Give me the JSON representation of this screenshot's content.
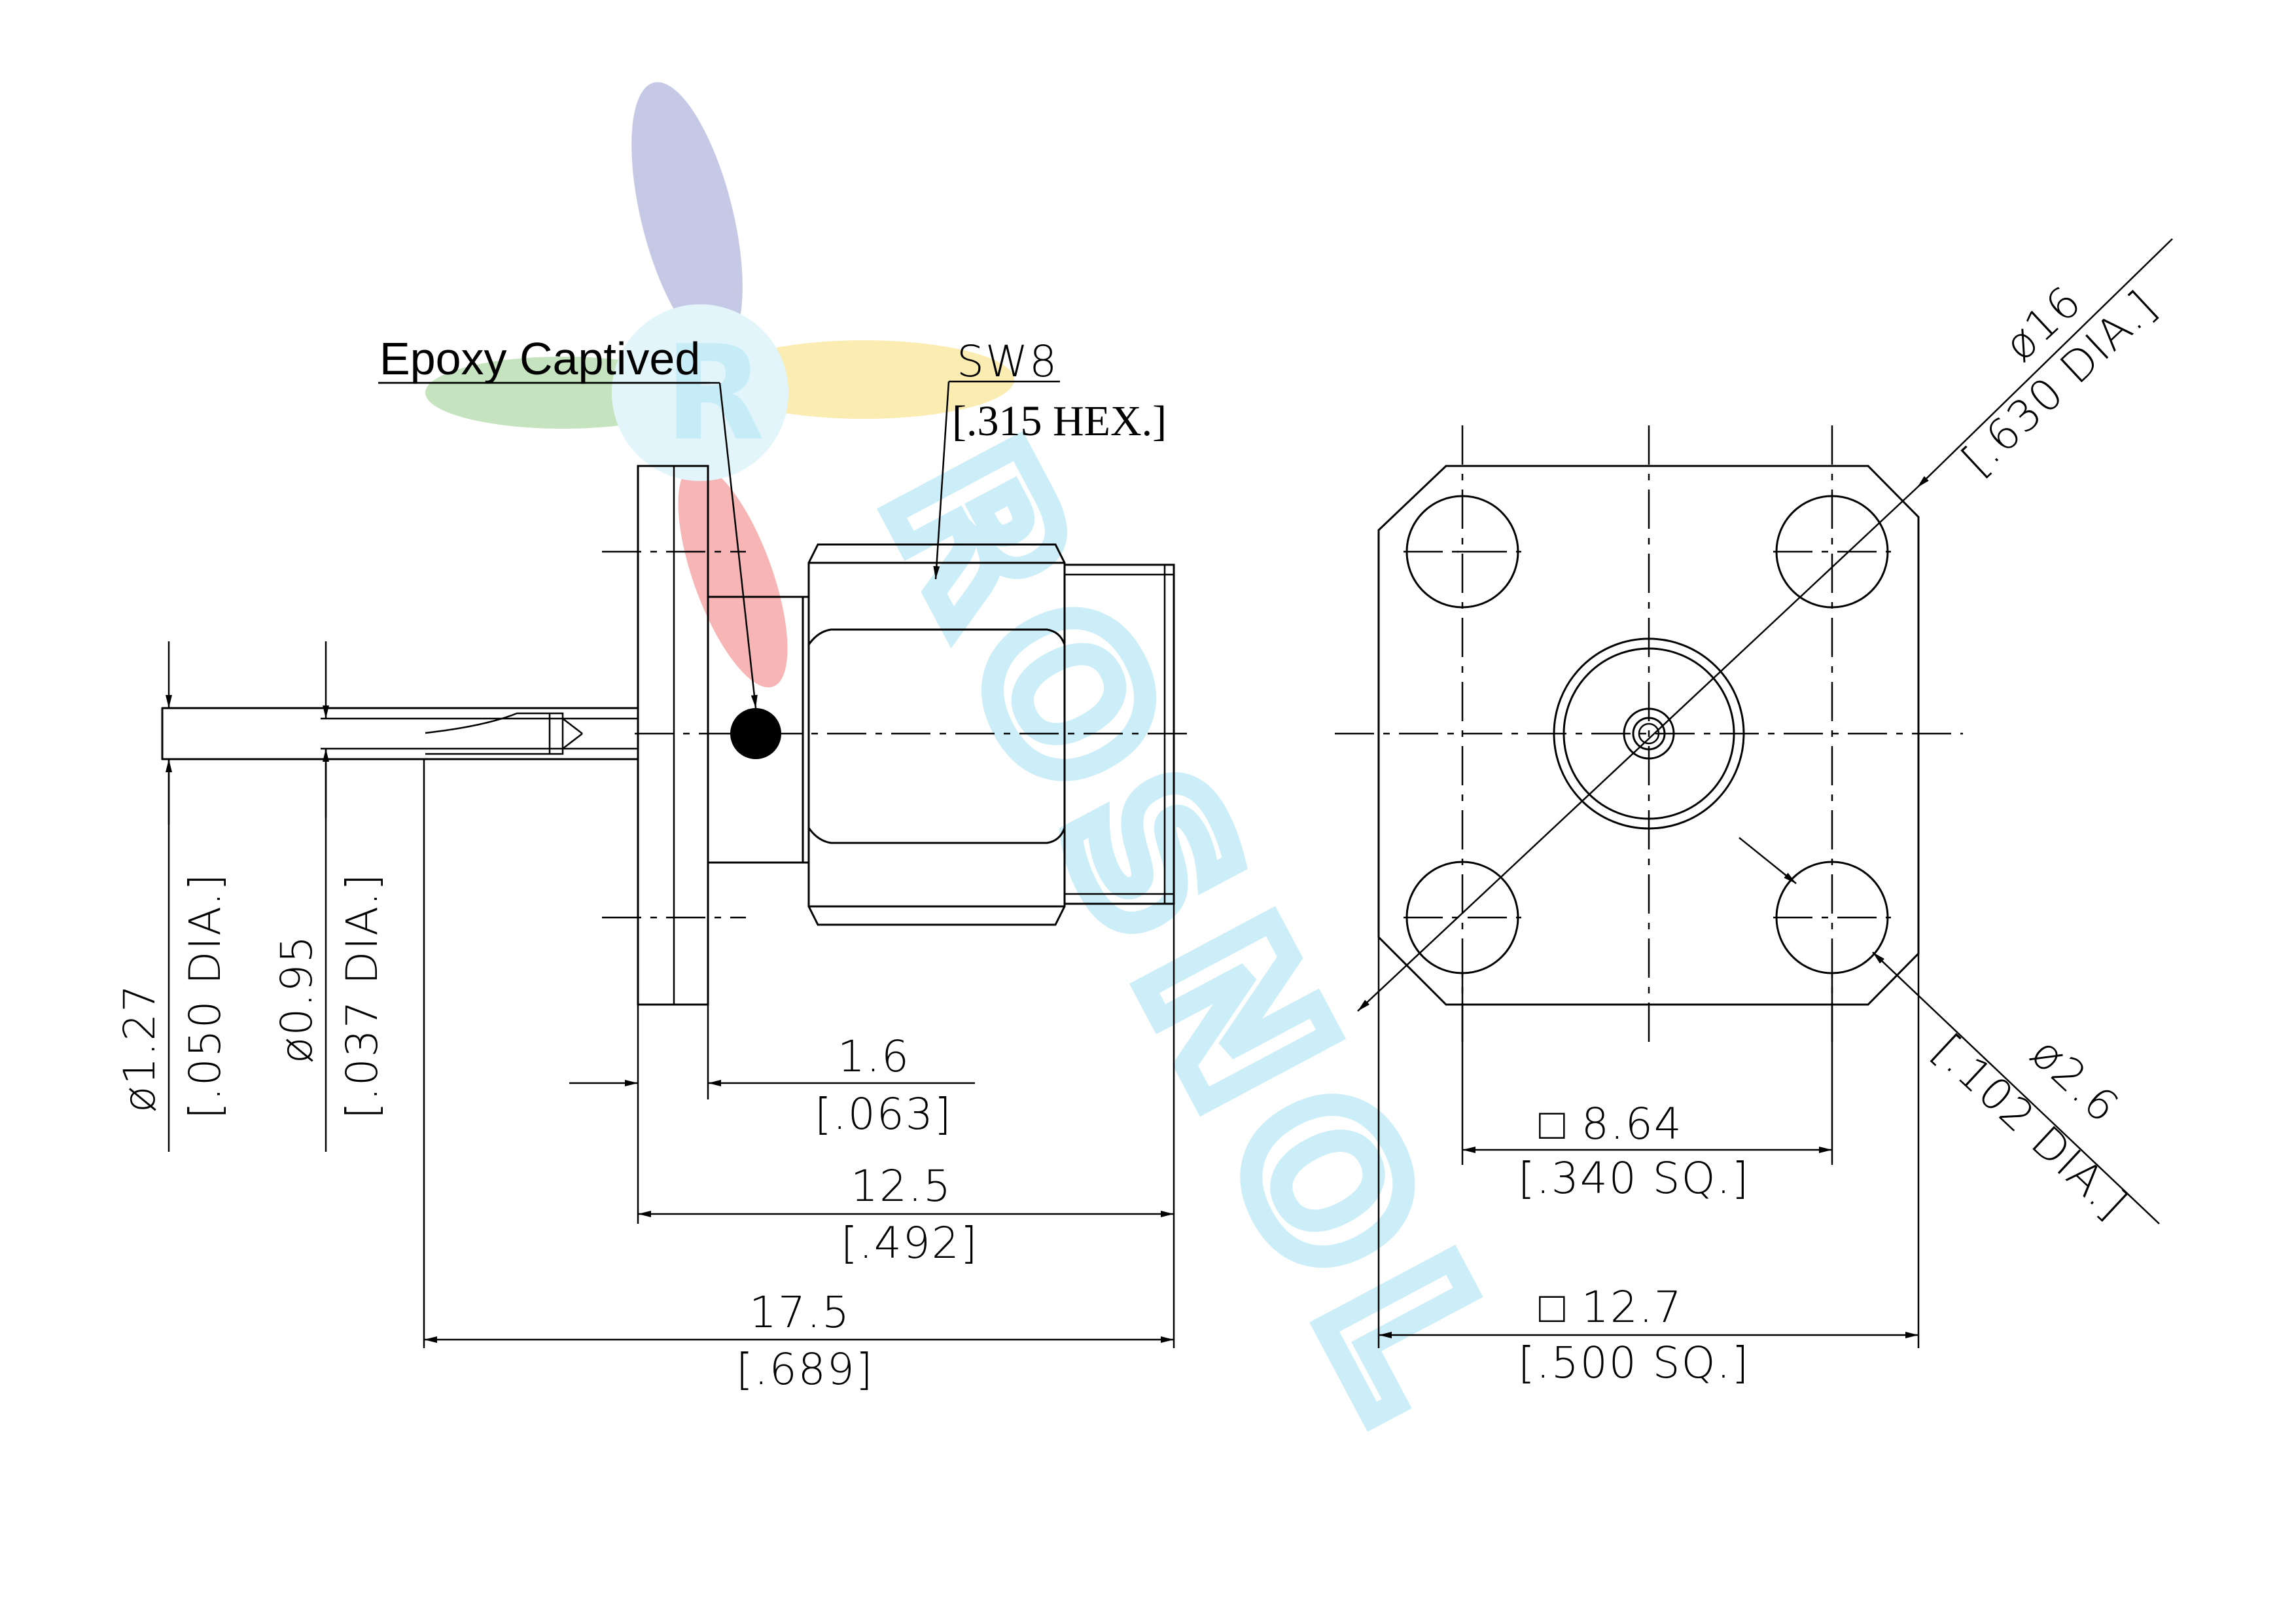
{
  "annotations": {
    "epoxy": "Epoxy Captived",
    "sw": "SW8",
    "hex": "[.315 HEX.]"
  },
  "dimensions": {
    "dia_127": "ø1.27",
    "dia_127_in": "[.050 DIA.]",
    "dia_095": "ø0.95",
    "dia_095_in": "[.037 DIA.]",
    "d_16": "1.6",
    "d_16_in": "[.063]",
    "d_125": "12.5",
    "d_125_in": "[.492]",
    "d_175": "17.5",
    "d_175_in": "[.689]",
    "sq_864": "□ 8.64",
    "sq_864_in": "[.340 SQ.]",
    "sq_127": "□ 12.7",
    "sq_127_in": "[.500 SQ.]",
    "dia_16": "ø16",
    "dia_16_in": "[.630 DIA.]",
    "dia_26": "ø2.6",
    "dia_26_in": "[.102 DIA.]"
  },
  "colors": {
    "line": "#000000",
    "watermark_cyan": "#7fd4ee",
    "watermark_red": "#f05a5a",
    "watermark_yellow": "#f5d451",
    "watermark_green": "#7dc16e",
    "watermark_blue": "#7f87c8"
  }
}
